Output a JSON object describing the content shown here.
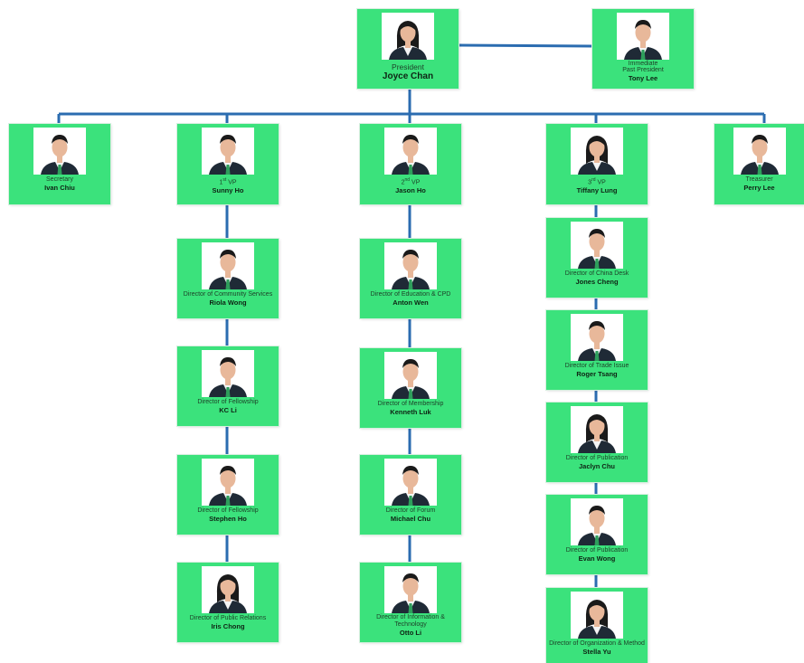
{
  "org_chart": {
    "president": {
      "role": "President",
      "name": "Joyce Chan",
      "photo": "portrait-female"
    },
    "past_president": {
      "role_line1": "Immediate",
      "role_line2": "Past President",
      "name": "Tony Lee",
      "photo": "portrait-male"
    },
    "secretary": {
      "role": "Secretary",
      "name": "Ivan Chiu",
      "photo": "portrait-male"
    },
    "vp1": {
      "ordinal": "1",
      "suffix": "st",
      "role": " VP",
      "name": "Sunny Ho",
      "photo": "portrait-male"
    },
    "vp2": {
      "ordinal": "2",
      "suffix": "nd",
      "role": " VP",
      "name": "Jason Ho",
      "photo": "portrait-male"
    },
    "vp3": {
      "ordinal": "3",
      "suffix": "rd",
      "role": " VP",
      "name": "Tiffany Lung",
      "photo": "portrait-female"
    },
    "treasurer": {
      "role": "Treasurer",
      "name": "Perry  Lee",
      "photo": "portrait-male"
    },
    "col1": [
      {
        "role": "Director of  Community Services",
        "name": "Riola Wong"
      },
      {
        "role": "Director of Fellowship",
        "name": "KC Li"
      },
      {
        "role": "Director of Fellowship",
        "name": "Stephen Ho"
      },
      {
        "role": "Director of Public Relations",
        "name": "Iris Chong"
      }
    ],
    "col2": [
      {
        "role": "Director of Education & CPD",
        "name": "Anton Wen"
      },
      {
        "role": "Director of Membership",
        "name": "Kenneth Luk"
      },
      {
        "role": "Director of Forum",
        "name": "Michael Chu"
      },
      {
        "role": "Director of Information &",
        "role2": "Technology",
        "name": "Otto Li"
      }
    ],
    "col3": [
      {
        "role": "Director of China Desk",
        "name": "Jones Cheng"
      },
      {
        "role": "Director of Trade Issue",
        "name": "Roger Tsang"
      },
      {
        "role": "Director of Publication",
        "name": "Jaclyn Chu"
      },
      {
        "role": "Director of Publication",
        "name": "Evan Wong"
      },
      {
        "role": "Director of Organization & Method",
        "name": "Stella Yu"
      }
    ]
  },
  "colors": {
    "card": "#3be27c",
    "connector": "#2b6cb0",
    "suit": "#1f2a36",
    "skin": "#e8b89a",
    "hair": "#1a1a1a",
    "tie": "#2e9e5b"
  }
}
